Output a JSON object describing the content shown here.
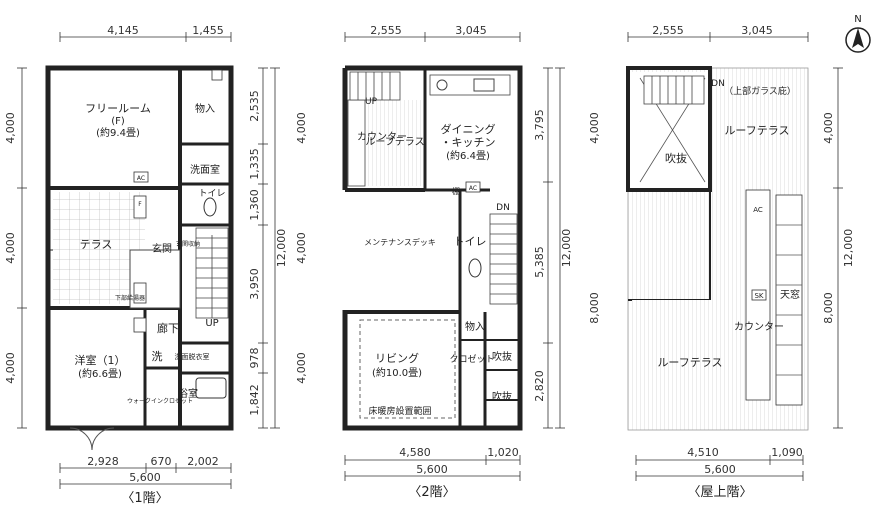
{
  "compass": {
    "north": "N"
  },
  "floor1": {
    "caption": "〈1階〉",
    "dims_top": [
      "4,145",
      "1,455"
    ],
    "dims_left": [
      "4,000",
      "4,000",
      "4,000"
    ],
    "dims_right": [
      "2,535",
      "1,335",
      "1,360",
      "3,950",
      "978",
      "1,842"
    ],
    "dim_total_v": "12,000",
    "dims_bottom": [
      "2,928",
      "670",
      "2,002"
    ],
    "dim_total_h": "5,600",
    "rooms": {
      "free_room": "フリールーム",
      "free_room_f": "(F)",
      "free_room_size": "(約9.4畳)",
      "storage": "物入",
      "washroom": "洗面室",
      "toilet": "トイレ",
      "terrace": "テラス",
      "entrance": "玄関",
      "entrance_storage": "玄関収納",
      "under_floor": "下部給湯器",
      "corridor": "廊下",
      "western_room": "洋室（1）",
      "western_size": "(約6.6畳)",
      "wash": "洗",
      "dressing": "洗面脱衣室",
      "closet": "ウォークインクロゼット",
      "bath": "浴室",
      "up": "UP",
      "ac": "AC",
      "f": "F"
    }
  },
  "floor2": {
    "caption": "〈2階〉",
    "dims_top": [
      "2,555",
      "3,045"
    ],
    "dims_left": [
      "4,000",
      "4,000",
      "4,000"
    ],
    "dims_right": [
      "3,795",
      "5,385",
      "2,820"
    ],
    "dim_total_v": "12,000",
    "dims_bottom": [
      "4,580",
      "1,020"
    ],
    "dim_total_h": "5,600",
    "rooms": {
      "counter": "カウンター",
      "roof_terrace": "ルーフテラス",
      "dining": "ダイニング",
      "kitchen": "・キッチン",
      "dining_size": "(約6.4畳)",
      "maintenance": "メンテナンスデッキ",
      "toilet": "トイレ",
      "storage": "物入",
      "living": "リビング",
      "living_size": "(約10.0畳)",
      "closet": "クロゼット",
      "void1": "吹抜",
      "void2": "吹抜",
      "heating": "床暖房設置範囲",
      "up": "UP",
      "dn": "DN",
      "ac": "AC",
      "shelf": "棚"
    }
  },
  "roof": {
    "caption": "〈屋上階〉",
    "dims_top": [
      "2,555",
      "3,045"
    ],
    "dims_left": [
      "4,000",
      "8,000"
    ],
    "dims_right": [
      "4,000",
      "8,000"
    ],
    "dim_total_v": "12,000",
    "dims_bottom": [
      "4,510",
      "1,090"
    ],
    "dim_total_h": "5,600",
    "rooms": {
      "dn": "DN",
      "glass": "（上部ガラス庇）",
      "roof_terrace_top": "ルーフテラス",
      "void": "吹抜",
      "skylight": "天窓",
      "counter": "カウンター",
      "sk": "SK",
      "roof_terrace_bottom": "ルーフテラス",
      "ac": "AC"
    }
  }
}
